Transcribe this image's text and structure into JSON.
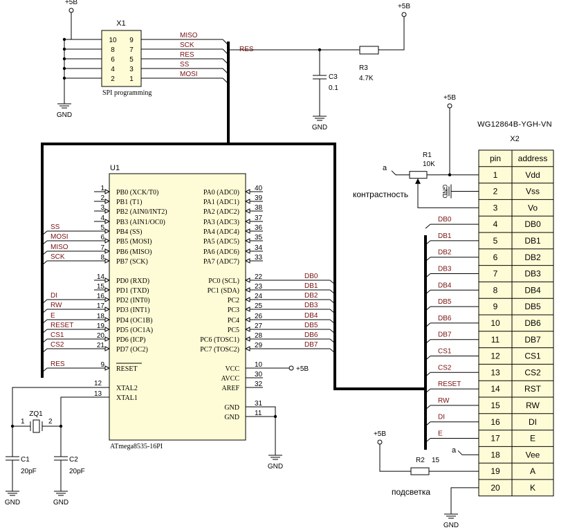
{
  "power_label": "+5B",
  "gnd_label": "GND",
  "x1": {
    "ref": "X1",
    "caption": "SPI programming",
    "left_pins": [
      "10",
      "8",
      "6",
      "4",
      "2"
    ],
    "right_pins": [
      "9",
      "7",
      "5",
      "3",
      "1"
    ],
    "signals": [
      "MISO",
      "SCK",
      "RES",
      "SS",
      "MOSI"
    ]
  },
  "res_label": "RES",
  "c3": {
    "ref": "C3",
    "value": "0.1"
  },
  "r3": {
    "ref": "R3",
    "value": "4.7K"
  },
  "u1": {
    "ref": "U1",
    "part": "ATmega8535-16PI",
    "left_pins": [
      {
        "num": "1",
        "name": "PB0 (XCK/T0)",
        "signal": ""
      },
      {
        "num": "2",
        "name": "PB1 (T1)",
        "signal": ""
      },
      {
        "num": "3",
        "name": "PB2 (AIN0/INT2)",
        "signal": ""
      },
      {
        "num": "4",
        "name": "PB3 (AIN1/OC0)",
        "signal": ""
      },
      {
        "num": "5",
        "name": "PB4 (SS)",
        "signal": "SS"
      },
      {
        "num": "6",
        "name": "PB5 (MOSI)",
        "signal": "MOSI"
      },
      {
        "num": "7",
        "name": "PB6 (MISO)",
        "signal": "MISO"
      },
      {
        "num": "8",
        "name": "PB7 (SCK)",
        "signal": "SCK"
      },
      {
        "num": "14",
        "name": "PD0 (RXD)",
        "signal": ""
      },
      {
        "num": "15",
        "name": "PD1 (TXD)",
        "signal": ""
      },
      {
        "num": "16",
        "name": "PD2 (INT0)",
        "signal": "DI"
      },
      {
        "num": "17",
        "name": "PD3 (INT1)",
        "signal": "RW"
      },
      {
        "num": "18",
        "name": "PD4 (OC1B)",
        "signal": "E"
      },
      {
        "num": "19",
        "name": "PD5 (OC1A)",
        "signal": "RESET"
      },
      {
        "num": "20",
        "name": "PD6 (ICP)",
        "signal": "CS1"
      },
      {
        "num": "21",
        "name": "PD7 (OC2)",
        "signal": "CS2"
      },
      {
        "num": "9",
        "name": "RESET",
        "signal": "RES"
      }
    ],
    "right_pins": [
      {
        "num": "40",
        "name": "PA0 (ADC0)",
        "signal": ""
      },
      {
        "num": "39",
        "name": "PA1 (ADC1)",
        "signal": ""
      },
      {
        "num": "38",
        "name": "PA2 (ADC2)",
        "signal": ""
      },
      {
        "num": "37",
        "name": "PA3 (ADC3)",
        "signal": ""
      },
      {
        "num": "36",
        "name": "PA4 (ADC4)",
        "signal": ""
      },
      {
        "num": "35",
        "name": "PA5 (ADC5)",
        "signal": ""
      },
      {
        "num": "34",
        "name": "PA6 (ADC6)",
        "signal": ""
      },
      {
        "num": "33",
        "name": "PA7 (ADC7)",
        "signal": ""
      },
      {
        "num": "22",
        "name": "PC0 (SCL)",
        "signal": "DB0"
      },
      {
        "num": "23",
        "name": "PC1 (SDA)",
        "signal": "DB1"
      },
      {
        "num": "24",
        "name": "PC2",
        "signal": "DB2"
      },
      {
        "num": "25",
        "name": "PC3",
        "signal": "DB3"
      },
      {
        "num": "26",
        "name": "PC4",
        "signal": "DB4"
      },
      {
        "num": "27",
        "name": "PC5",
        "signal": "DB5"
      },
      {
        "num": "28",
        "name": "PC6 (TOSC1)",
        "signal": "DB6"
      },
      {
        "num": "29",
        "name": "PC7 (TOSC2)",
        "signal": "DB7"
      },
      {
        "num": "10",
        "name": "VCC",
        "signal": ""
      },
      {
        "num": "30",
        "name": "AVCC",
        "signal": ""
      },
      {
        "num": "32",
        "name": "AREF",
        "signal": ""
      },
      {
        "num": "31",
        "name": "GND",
        "signal": ""
      },
      {
        "num": "11",
        "name": "GND",
        "signal": ""
      }
    ],
    "xtal_pins": [
      {
        "num": "12",
        "name": "XTAL2"
      },
      {
        "num": "13",
        "name": "XTAL1"
      }
    ]
  },
  "zq1": {
    "ref": "ZQ1",
    "pin1": "1",
    "pin2": "2"
  },
  "c1": {
    "ref": "C1",
    "value": "20pF"
  },
  "c2": {
    "ref": "C2",
    "value": "20pF"
  },
  "r1": {
    "ref": "R1",
    "value": "10K"
  },
  "contrast_label": "контрастность",
  "wiper_a_label": "a",
  "r2": {
    "ref": "R2",
    "value": "15"
  },
  "backlight_label": "подсветка",
  "x2": {
    "ref": "X2",
    "part": "WG12864B-YGH-VN",
    "col_pin": "pin",
    "col_address": "address",
    "rows": [
      {
        "pin": "1",
        "address": "Vdd",
        "signal": ""
      },
      {
        "pin": "2",
        "address": "Vss",
        "signal": ""
      },
      {
        "pin": "3",
        "address": "Vo",
        "signal": ""
      },
      {
        "pin": "4",
        "address": "DB0",
        "signal": "DB0"
      },
      {
        "pin": "5",
        "address": "DB1",
        "signal": "DB1"
      },
      {
        "pin": "6",
        "address": "DB2",
        "signal": "DB2"
      },
      {
        "pin": "7",
        "address": "DB3",
        "signal": "DB3"
      },
      {
        "pin": "8",
        "address": "DB4",
        "signal": "DB4"
      },
      {
        "pin": "9",
        "address": "DB5",
        "signal": "DB5"
      },
      {
        "pin": "10",
        "address": "DB6",
        "signal": "DB6"
      },
      {
        "pin": "11",
        "address": "DB7",
        "signal": "DB7"
      },
      {
        "pin": "12",
        "address": "CS1",
        "signal": "CS1"
      },
      {
        "pin": "13",
        "address": "CS2",
        "signal": "CS2"
      },
      {
        "pin": "14",
        "address": "RST",
        "signal": "RESET"
      },
      {
        "pin": "15",
        "address": "RW",
        "signal": "RW"
      },
      {
        "pin": "16",
        "address": "DI",
        "signal": "DI"
      },
      {
        "pin": "17",
        "address": "E",
        "signal": "E"
      },
      {
        "pin": "18",
        "address": "Vee",
        "signal": ""
      },
      {
        "pin": "19",
        "address": "A",
        "signal": ""
      },
      {
        "pin": "20",
        "address": "K",
        "signal": ""
      }
    ]
  },
  "colors": {
    "wire": "#000000",
    "text": "#000000",
    "signal_text": "#7a1010",
    "chip_fill": "#fefcd6",
    "bus": "#000000"
  }
}
